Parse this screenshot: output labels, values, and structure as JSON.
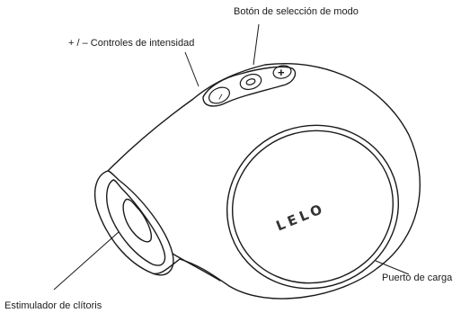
{
  "labels": {
    "mode_button": "Botón de selección de modo",
    "intensity_controls": "+ / – Controles de intensidad",
    "clitoral_stimulator": "Estimulador de clítoris",
    "charging_port": "Puerto de carga"
  },
  "brand": "LELO",
  "buttons": {
    "minus_symbol": "–",
    "plus_symbol": "+"
  },
  "colors": {
    "line": "#1a1a1a",
    "background": "#ffffff"
  }
}
